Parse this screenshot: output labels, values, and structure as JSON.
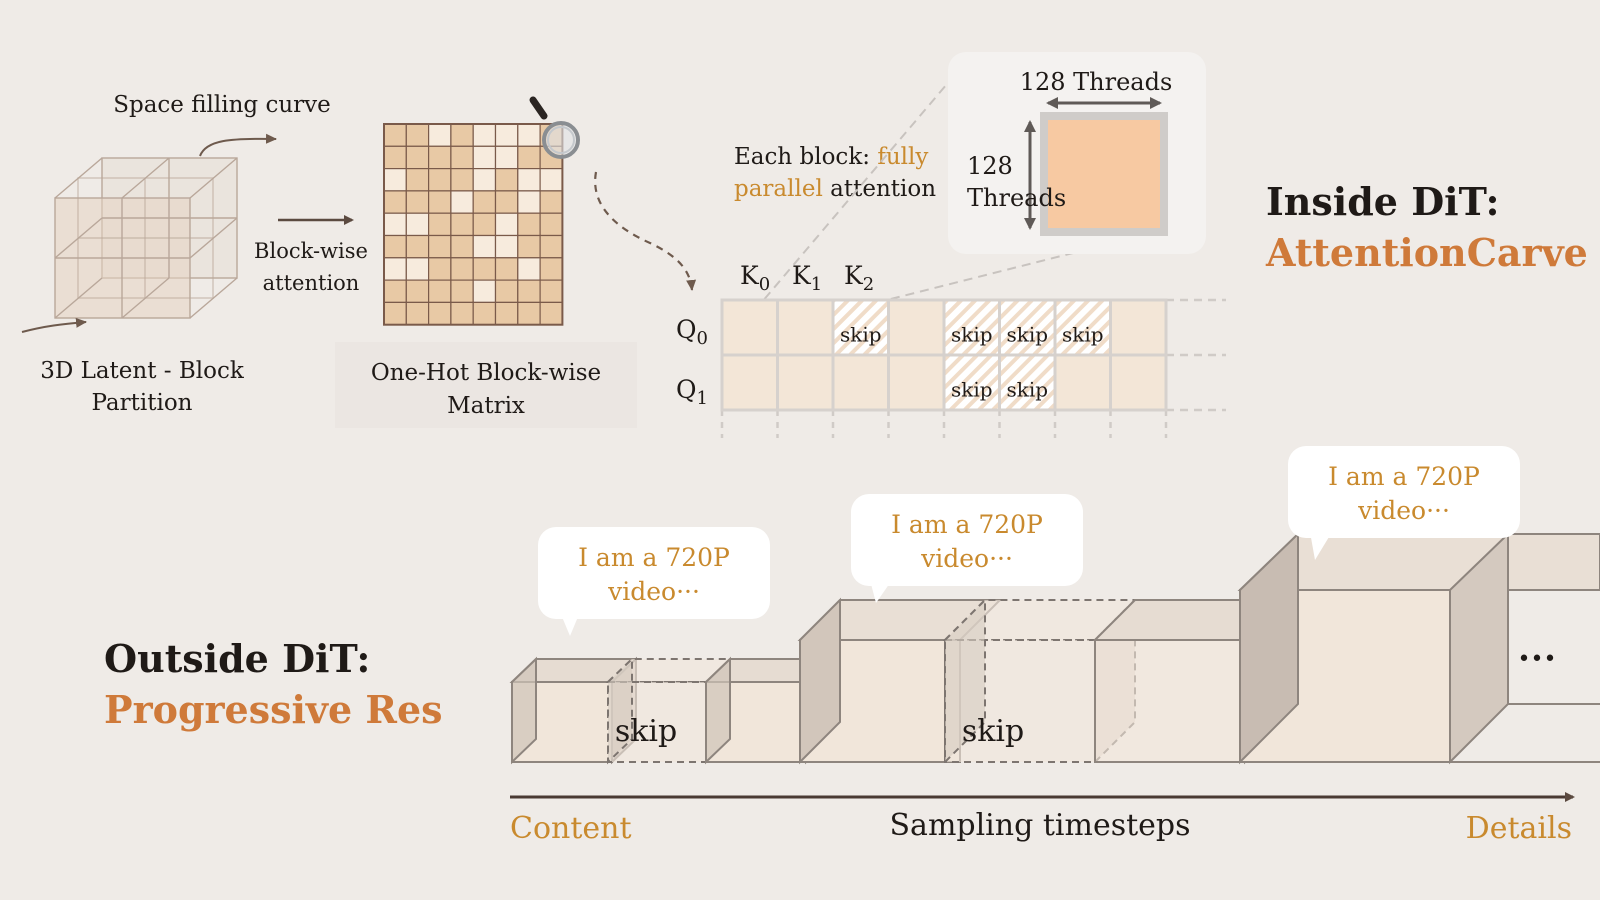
{
  "top_left": {
    "space_filling_curve": "Space filling curve",
    "block_wise_line1": "Block-wise",
    "block_wise_line2": "attention",
    "latent_line1": "3D Latent - Block",
    "latent_line2": "Partition",
    "matrix_line1": "One-Hot Block-wise",
    "matrix_line2": "Matrix"
  },
  "attention": {
    "each_block_prefix": "Each block: ",
    "each_block_fully": "fully",
    "each_block_parallel": "parallel",
    "each_block_suffix": " attention",
    "threads_horizontal": "128 Threads",
    "threads_vertical_num": "128",
    "threads_vertical_word": "Threads",
    "k_labels": [
      "K",
      "K",
      "K"
    ],
    "k_subscripts": [
      "0",
      "1",
      "2"
    ],
    "q_labels": [
      "Q",
      "Q"
    ],
    "q_subscripts": [
      "0",
      "1"
    ],
    "skip_label": "skip",
    "grid_rows": [
      [
        "plain",
        "plain",
        "skip",
        "plain",
        "skip",
        "skip",
        "skip",
        "plain"
      ],
      [
        "plain",
        "plain",
        "plain",
        "plain",
        "skip",
        "skip",
        "plain",
        "plain"
      ]
    ]
  },
  "inside": {
    "title": "Inside DiT:",
    "method": "AttentionCarve"
  },
  "outside": {
    "title": "Outside DiT:",
    "method": "Progressive Res"
  },
  "bubbles": [
    {
      "line1": "I am a 720P",
      "line2": "video···"
    },
    {
      "line1": "I am a 720P",
      "line2": "video···"
    },
    {
      "line1": "I am a 720P",
      "line2": "video···"
    }
  ],
  "bottom": {
    "skip_label": "skip",
    "ellipsis": "•••",
    "axis_label": "Sampling timesteps",
    "axis_start": "Content",
    "axis_end": "Details"
  },
  "matrix_pattern": [
    "DDLDLLLD",
    "DDDDLLDD",
    "LDDDLDLL",
    "DDDLDDLD",
    "LLDDDLDD",
    "DDDDLLDD",
    "LLDDDDLD",
    "DDDDLDDD",
    "DDDDDDDD"
  ],
  "colors": {
    "accent": "#cf7a3a",
    "accent_gold": "#c98a2e",
    "dark_text": "#1f1a17",
    "cell_dark": "#e8c9a5",
    "cell_light": "#f7ebdd",
    "grid_fill": "#f3e6d7",
    "thread_fill": "#f7c9a2",
    "arrow": "#6e5a4d"
  }
}
